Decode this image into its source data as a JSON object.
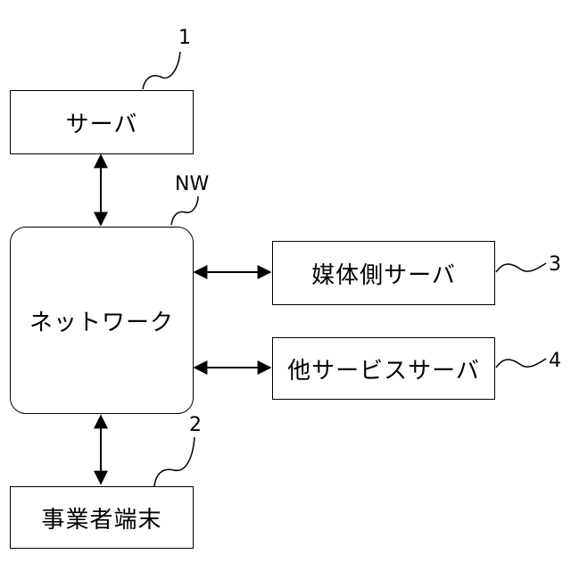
{
  "nodes": {
    "server": "サーバ",
    "network": "ネットワーク",
    "media_server": "媒体側サーバ",
    "other_server": "他サービスサーバ",
    "business_terminal": "事業者端末"
  },
  "refs": {
    "server": "1",
    "business_terminal": "2",
    "media_server": "3",
    "other_server": "4",
    "network": "NW"
  }
}
